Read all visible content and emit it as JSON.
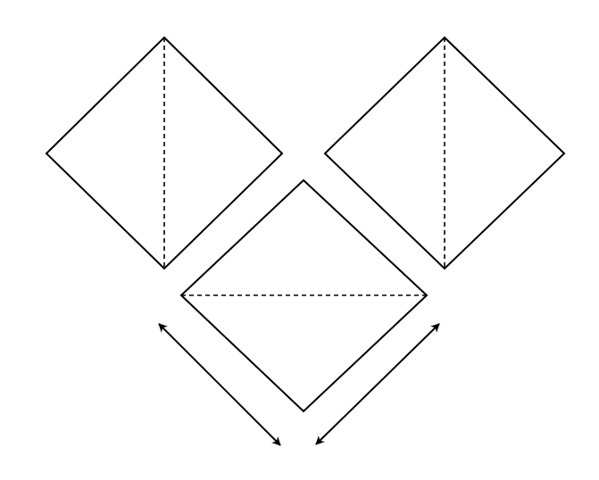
{
  "figure": {
    "stroke_color": "#000000",
    "background_color": "#ffffff",
    "squares": [
      {
        "id": "left-square",
        "fold_line": "vertical-diagonal",
        "fold_style": "dashed"
      },
      {
        "id": "right-square",
        "fold_line": "vertical-diagonal",
        "fold_style": "dashed"
      },
      {
        "id": "bottom-square",
        "fold_line": "horizontal-diagonal",
        "fold_style": "dashed"
      }
    ],
    "arrows": [
      {
        "id": "left-double-arrow",
        "heads": "both",
        "icon": "double-headed-arrow"
      },
      {
        "id": "right-double-arrow",
        "heads": "both",
        "icon": "double-headed-arrow"
      }
    ]
  }
}
